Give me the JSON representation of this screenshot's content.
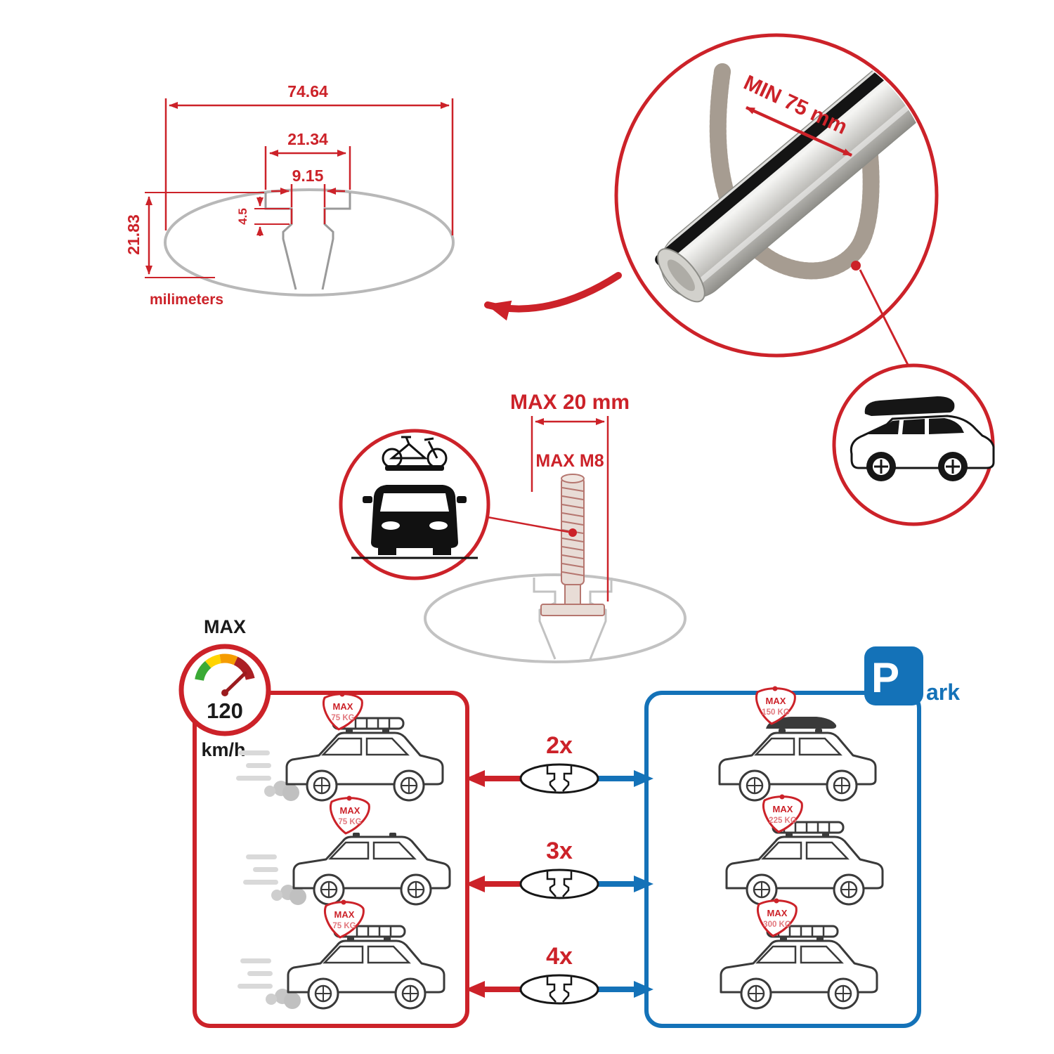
{
  "technical_drawing": {
    "total_width": "74.64",
    "channel_width": "21.34",
    "slot_width": "9.15",
    "slot_depth": "4.5",
    "total_height": "21.83",
    "units": "milimeters"
  },
  "crossbar_render": {
    "min_span": "MIN 75 mm"
  },
  "bolt_diagram": {
    "max_width": "MAX 20 mm",
    "max_thread": "MAX M8"
  },
  "speed_gauge": {
    "title": "MAX",
    "value": "120",
    "units": "km/h"
  },
  "parking_sign": {
    "letter": "P",
    "suffix": "ark"
  },
  "driving_panel": {
    "cars": [
      {
        "flag_line1": "MAX",
        "flag_line2": "75 KG"
      },
      {
        "flag_line1": "MAX",
        "flag_line2": "75 KG"
      },
      {
        "flag_line1": "MAX",
        "flag_line2": "75 KG"
      }
    ]
  },
  "parking_panel": {
    "cars": [
      {
        "flag_line1": "MAX",
        "flag_line2": "150 KG"
      },
      {
        "flag_line1": "MAX",
        "flag_line2": "225 KG"
      },
      {
        "flag_line1": "MAX",
        "flag_line2": "300 KG"
      }
    ]
  },
  "quantity_rows": [
    {
      "label": "2x"
    },
    {
      "label": "3x"
    },
    {
      "label": "4x"
    }
  ],
  "colors": {
    "red": "#cc2229",
    "blue": "#1472b8",
    "gray": "#b8b8b8",
    "dark": "#1a1a1a"
  }
}
